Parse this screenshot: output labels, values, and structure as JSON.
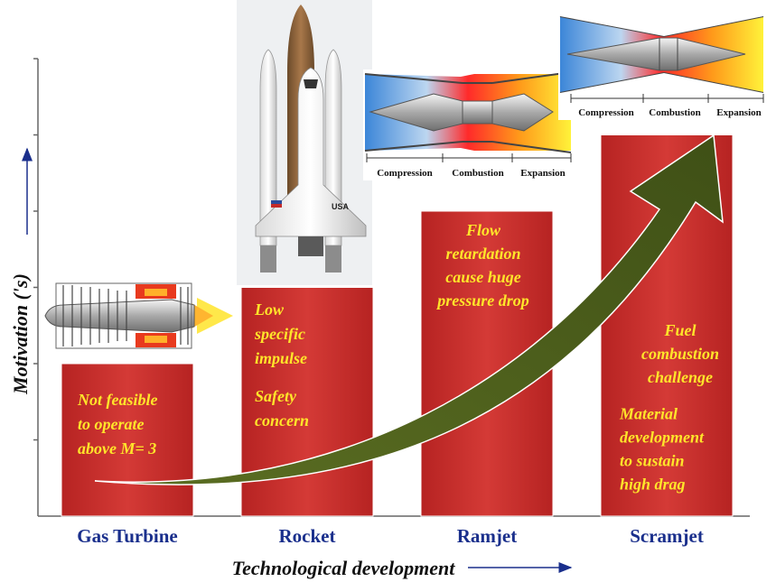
{
  "chart_data": {
    "type": "bar",
    "categories": [
      "Gas Turbine",
      "Rocket",
      "Ramjet",
      "Scramjet"
    ],
    "values": [
      2,
      3,
      4,
      5
    ],
    "ylim": [
      0,
      6
    ],
    "xlabel": "Technological development",
    "ylabel": "Motivation ('s)",
    "grid": false,
    "bar_color": "#c42a28",
    "arrow_color": "#4d5f1d",
    "label_color": "#1a2f8c",
    "annotation_color": "#ffe52a",
    "annotations": [
      [
        "Not feasible",
        "to operate",
        "above M= 3"
      ],
      [
        "Low",
        "specific",
        "impulse",
        "",
        "Safety",
        "concern"
      ],
      [
        "Flow",
        "retardation",
        "cause huge",
        "pressure drop"
      ],
      [
        "Fuel",
        "combustion",
        "challenge",
        "",
        "Material",
        "development",
        "to sustain",
        "high drag"
      ]
    ]
  },
  "diagram_labels": [
    "Compression",
    "Combustion",
    "Expansion"
  ],
  "shuttle_text": "USA",
  "icons": [
    "jet-engine-icon",
    "space-shuttle-icon",
    "ramjet-diagram",
    "scramjet-diagram"
  ]
}
